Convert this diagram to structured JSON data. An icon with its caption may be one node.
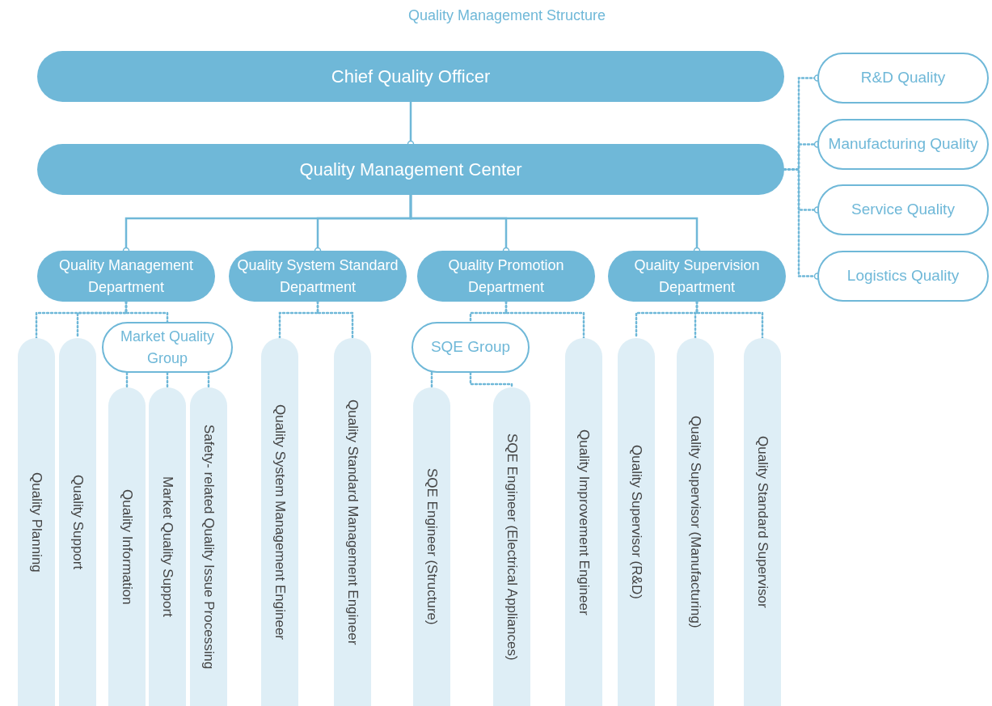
{
  "diagram": {
    "title": "Quality Management Structure",
    "nodes": [
      {
        "text": [
          "Chief Quality Officer"
        ]
      },
      {
        "text": [
          "Quality Management Center"
        ]
      },
      {
        "text": [
          "R&D Quality"
        ]
      },
      {
        "text": [
          "Manufacturing Quality"
        ]
      },
      {
        "text": [
          "Service Quality"
        ]
      },
      {
        "text": [
          "Logistics Quality"
        ]
      },
      {
        "text": [
          "Quality Management Department"
        ]
      },
      {
        "text": [
          "Quality System Standard Department"
        ]
      },
      {
        "text": [
          "Quality Promotion Department"
        ]
      },
      {
        "text": [
          "Quality Supervision Department"
        ]
      },
      {
        "text": [
          "Quality Planning"
        ]
      },
      {
        "text": [
          "Quality Support"
        ]
      },
      {
        "text": [
          "Market Quality Group"
        ]
      },
      {
        "text": [
          "Quality Information"
        ]
      },
      {
        "text": [
          "Market Quality Support"
        ]
      },
      {
        "text": [
          "Safety- related Quality Issue Processing"
        ]
      },
      {
        "text": [
          "Quality System Management Engineer"
        ]
      },
      {
        "text": [
          "Quality Standard Management Engineer"
        ]
      },
      {
        "text": [
          "SQE Group"
        ]
      },
      {
        "text": [
          "SQE Engineer (Structure)"
        ]
      },
      {
        "text": [
          "SQE Engineer (Electrical Appliances)"
        ]
      },
      {
        "text": [
          "Quality Improvement Engineer"
        ]
      },
      {
        "text": [
          "Quality Supervisor (R&D)"
        ]
      },
      {
        "text": [
          "Quality Supervisor (Manufacturing)"
        ]
      },
      {
        "text": [
          "Quality Standard Supervisor"
        ]
      }
    ],
    "edges": [
      {
        "from": 0,
        "to": 1,
        "arrow": "other"
      },
      {
        "from": 1,
        "to": 2,
        "arrow": "other",
        "style": "dashed"
      },
      {
        "from": 1,
        "to": 3,
        "arrow": "other",
        "style": "dashed"
      },
      {
        "from": 1,
        "to": 4,
        "arrow": "other",
        "style": "dashed"
      },
      {
        "from": 1,
        "to": 5,
        "arrow": "other",
        "style": "dashed"
      },
      {
        "from": 1,
        "to": 6,
        "arrow": "other"
      },
      {
        "from": 1,
        "to": 7,
        "arrow": "other"
      },
      {
        "from": 1,
        "to": 8,
        "arrow": "other"
      },
      {
        "from": 1,
        "to": 9,
        "arrow": "other"
      },
      {
        "from": 6,
        "to": 10,
        "arrow": "none",
        "style": "dashed"
      },
      {
        "from": 6,
        "to": 11,
        "arrow": "none",
        "style": "dashed"
      },
      {
        "from": 6,
        "to": 12,
        "arrow": "none",
        "style": "dashed"
      },
      {
        "from": 12,
        "to": 13,
        "arrow": "none",
        "style": "dashed"
      },
      {
        "from": 12,
        "to": 14,
        "arrow": "none",
        "style": "dashed"
      },
      {
        "from": 12,
        "to": 15,
        "arrow": "none",
        "style": "dashed"
      },
      {
        "from": 7,
        "to": 16,
        "arrow": "none",
        "style": "dashed"
      },
      {
        "from": 7,
        "to": 17,
        "arrow": "none",
        "style": "dashed"
      },
      {
        "from": 8,
        "to": 18,
        "arrow": "none",
        "style": "dashed"
      },
      {
        "from": 18,
        "to": 19,
        "arrow": "none",
        "style": "dashed"
      },
      {
        "from": 18,
        "to": 20,
        "arrow": "none",
        "style": "dashed"
      },
      {
        "from": 8,
        "to": 21,
        "arrow": "none",
        "style": "dashed"
      },
      {
        "from": 9,
        "to": 22,
        "arrow": "none",
        "style": "dashed"
      },
      {
        "from": 9,
        "to": 23,
        "arrow": "none",
        "style": "dashed"
      },
      {
        "from": 9,
        "to": 24,
        "arrow": "none",
        "style": "dashed"
      }
    ]
  }
}
